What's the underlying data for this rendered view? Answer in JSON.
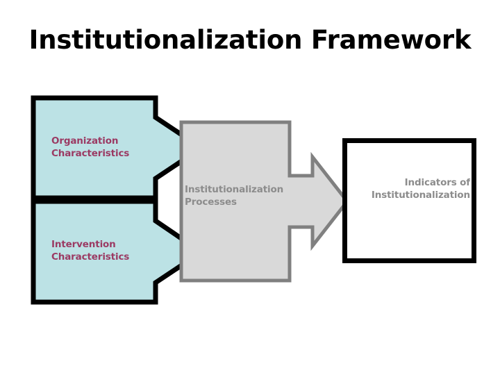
{
  "slide": {
    "title": "Institutionalization Framework",
    "background_color": "#FFFFFF"
  },
  "palette": {
    "cyan_fill": "#BCE2E5",
    "cyan_border": "#000000",
    "cyan_text": "#9B3A63",
    "gray_fill": "#D9D9D9",
    "gray_border": "#808080",
    "gray_text": "#8C8C8C",
    "white_fill": "#FFFFFF",
    "black_border": "#000000",
    "title_text": "#000000"
  },
  "diagram": {
    "type": "flow",
    "nodes": [
      {
        "id": "organization-characteristics",
        "label": "Organization\nCharacteristics",
        "shape": "arrow-pentagon",
        "fill": "#BCE2E5",
        "border": "#000000",
        "text_color": "#9B3A63",
        "column": "inputs",
        "order": 1
      },
      {
        "id": "intervention-characteristics",
        "label": "Intervention\nCharacteristics",
        "shape": "arrow-pentagon",
        "fill": "#BCE2E5",
        "border": "#000000",
        "text_color": "#9B3A63",
        "column": "inputs",
        "order": 2
      },
      {
        "id": "institutionalization-processes",
        "label": "Institutionalization\nProcesses",
        "shape": "arrow-pentagon",
        "fill": "#D9D9D9",
        "border": "#808080",
        "text_color": "#8C8C8C",
        "column": "process",
        "order": 3
      },
      {
        "id": "indicators-of-institutionalization",
        "label": "Indicators of\nInstitutionalization",
        "shape": "rectangle",
        "fill": "#FFFFFF",
        "border": "#000000",
        "text_color": "#8C8C8C",
        "column": "outcomes",
        "order": 4
      }
    ],
    "edges": [
      {
        "from": "organization-characteristics",
        "to": "institutionalization-processes"
      },
      {
        "from": "intervention-characteristics",
        "to": "institutionalization-processes"
      },
      {
        "from": "institutionalization-processes",
        "to": "indicators-of-institutionalization"
      }
    ]
  }
}
